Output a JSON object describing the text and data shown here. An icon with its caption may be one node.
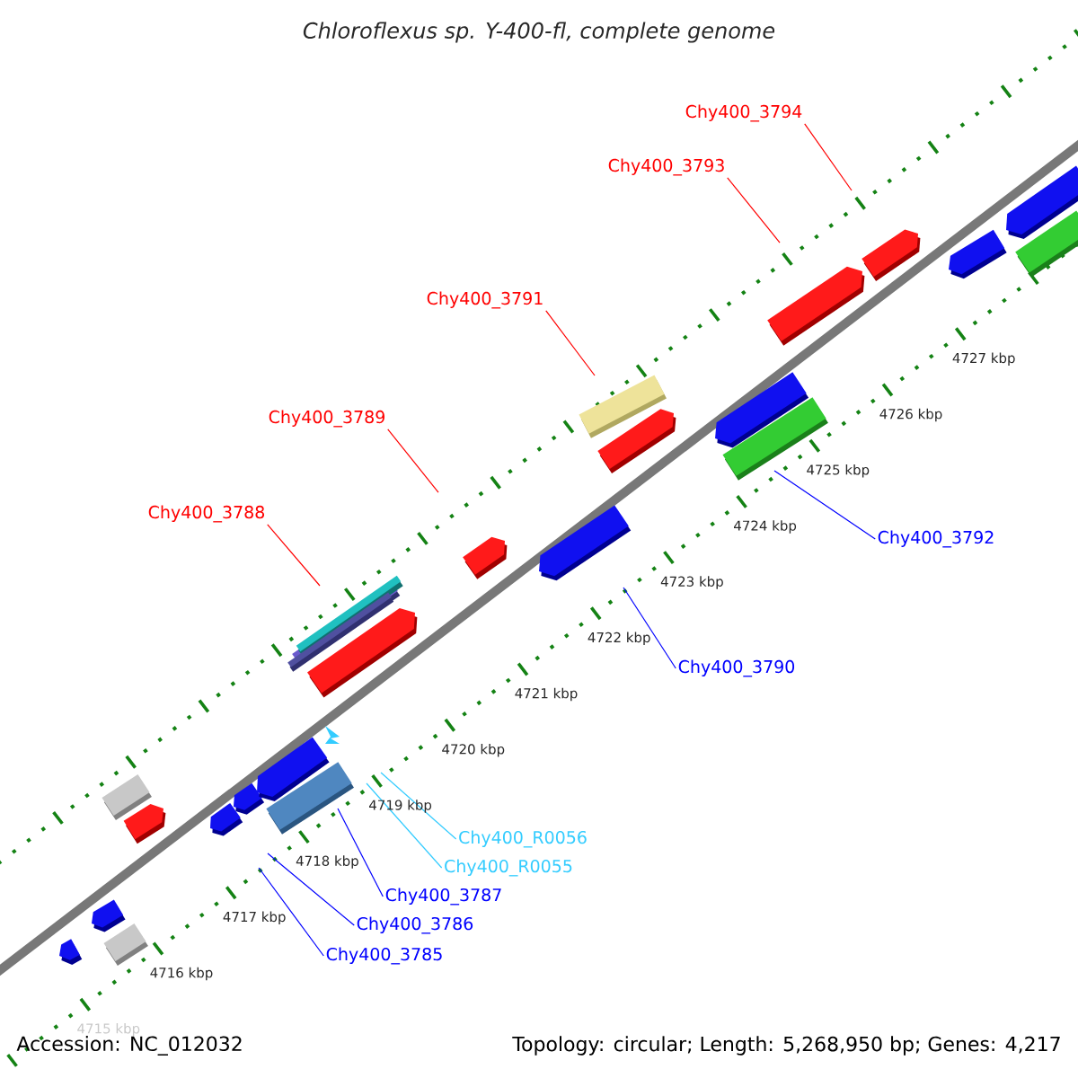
{
  "diagram": {
    "title": "Chloroflexus sp. Y-400-fl, complete genome",
    "nodes": [
      {
        "text": [
          "Chy400_3794"
        ]
      },
      {
        "text": [
          "Chy400_3793"
        ]
      },
      {
        "text": [
          "Chy400_3791"
        ]
      },
      {
        "text": [
          "Chy400_3789"
        ]
      },
      {
        "text": [
          "Chy400_3788"
        ]
      },
      {
        "text": [
          "Chy400_3792"
        ]
      },
      {
        "text": [
          "Chy400_3790"
        ]
      },
      {
        "text": [
          "Chy400_R0056"
        ]
      },
      {
        "text": [
          "Chy400_R0055"
        ]
      },
      {
        "text": [
          "Chy400_3787"
        ]
      },
      {
        "text": [
          "Chy400_3786"
        ]
      },
      {
        "text": [
          "Chy400_3785"
        ]
      }
    ],
    "edges": [
      {
        "from": 0,
        "to": null,
        "arrow": "none",
        "color": "#ff0000"
      },
      {
        "from": 1,
        "to": null,
        "arrow": "none",
        "color": "#ff0000"
      },
      {
        "from": 2,
        "to": null,
        "arrow": "none",
        "color": "#ff0000"
      },
      {
        "from": 3,
        "to": null,
        "arrow": "none",
        "color": "#ff0000"
      },
      {
        "from": 4,
        "to": null,
        "arrow": "none",
        "color": "#ff0000"
      },
      {
        "from": 5,
        "to": null,
        "arrow": "none",
        "color": "#0000ff"
      },
      {
        "from": 6,
        "to": null,
        "arrow": "none",
        "color": "#0000ff"
      },
      {
        "from": 7,
        "to": null,
        "arrow": "none",
        "color": "#33ccff"
      },
      {
        "from": 8,
        "to": null,
        "arrow": "none",
        "color": "#33ccff"
      },
      {
        "from": 9,
        "to": null,
        "arrow": "none",
        "color": "#0000ff"
      },
      {
        "from": 10,
        "to": null,
        "arrow": "none",
        "color": "#0000ff"
      },
      {
        "from": 11,
        "to": null,
        "arrow": "none",
        "color": "#0000ff"
      }
    ],
    "labels": [
      "4715 kbp",
      "4716 kbp",
      "4717 kbp",
      "4718 kbp",
      "4719 kbp",
      "4720 kbp",
      "4721 kbp",
      "4722 kbp",
      "4723 kbp",
      "4724 kbp",
      "4725 kbp",
      "4726 kbp",
      "4727 kbp",
      "Accession: NC_012032",
      "Topology: circular; Length: 5,268,950 bp; Genes: 4,217"
    ]
  }
}
